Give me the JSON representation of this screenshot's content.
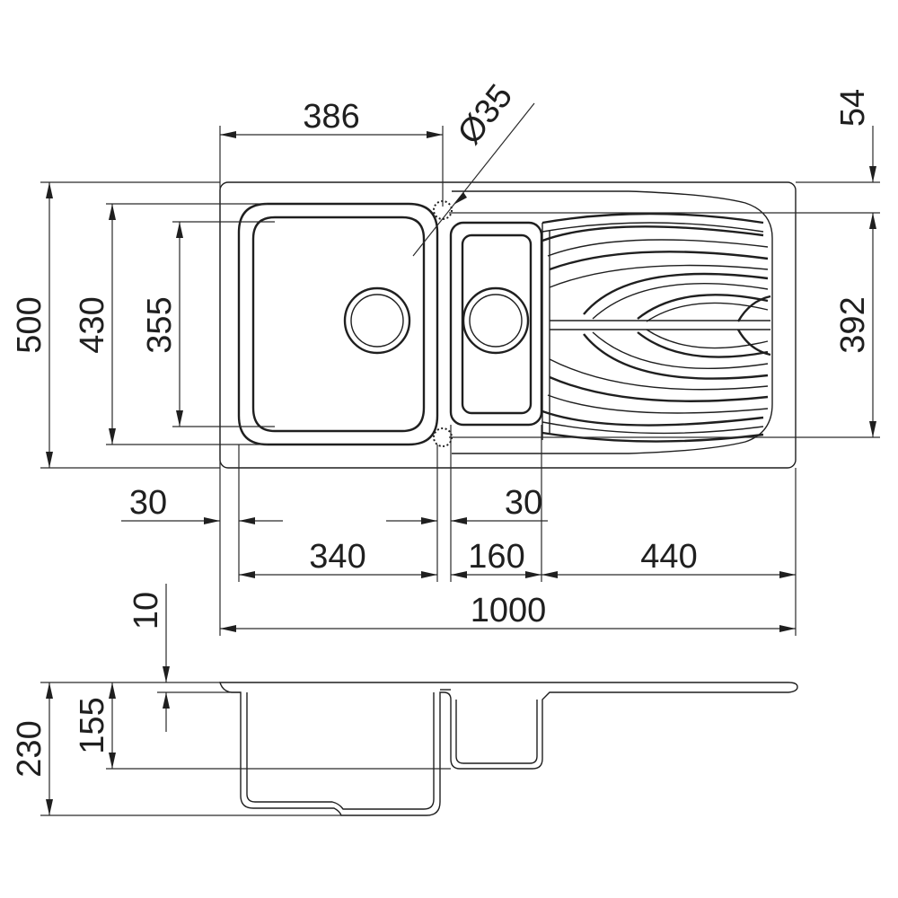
{
  "plan_view": {
    "total_width": "1000",
    "total_depth": "500",
    "bowl_depth_outer": "430",
    "bowl_depth_inner": "355",
    "left_bowl_width": "386",
    "drain_hole": "Ø35",
    "edge_offset": "54",
    "drainer_depth": "392",
    "left_margin": "30",
    "bowl_gap": "30",
    "main_bowl_width": "340",
    "small_bowl_width": "160",
    "drainer_width": "440"
  },
  "section_view": {
    "rim_thickness": "10",
    "small_bowl_depth": "155",
    "main_bowl_depth": "230"
  },
  "colors": {
    "line": "#1f1f1f",
    "background": "#ffffff"
  }
}
